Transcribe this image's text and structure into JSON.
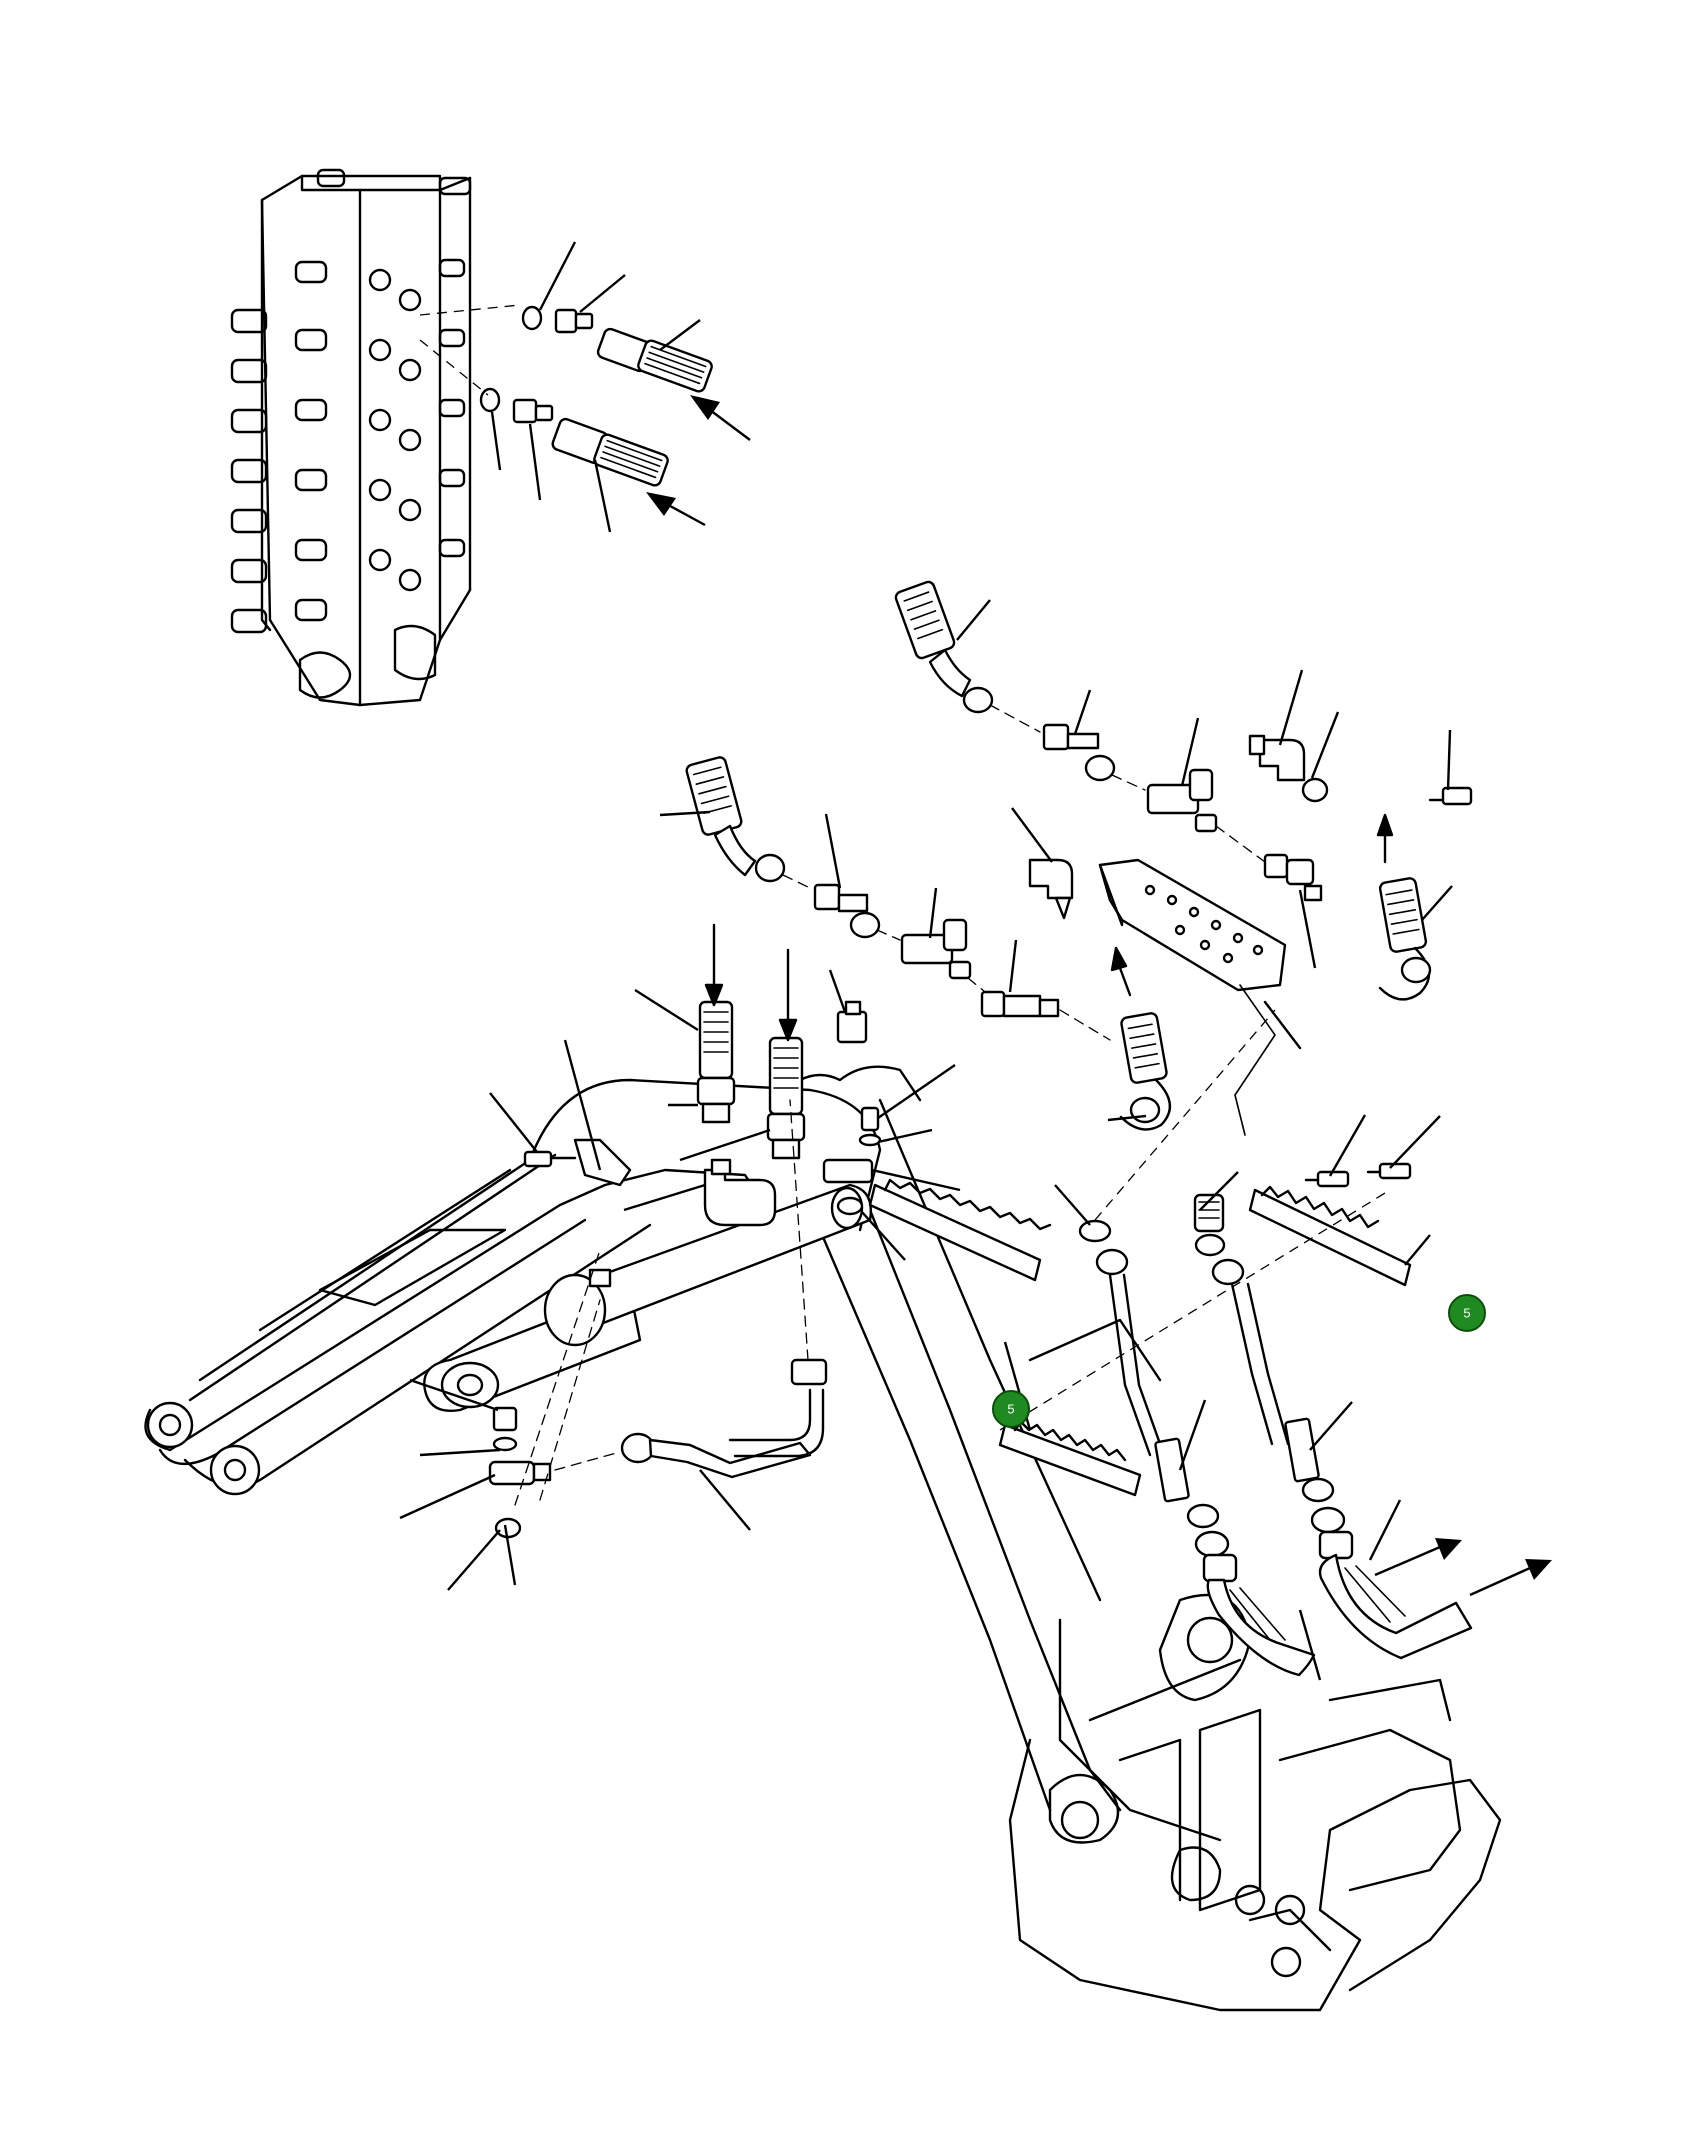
{
  "callouts": [
    {
      "id": "callout-a",
      "label": "5",
      "color": "#1f8a1f"
    },
    {
      "id": "callout-b",
      "label": "5",
      "color": "#1f8a1f"
    }
  ],
  "colors": {
    "line": "#000000",
    "background": "#ffffff",
    "callout_fill": "#1f8a1f",
    "callout_stroke": "#0b4f0b"
  }
}
